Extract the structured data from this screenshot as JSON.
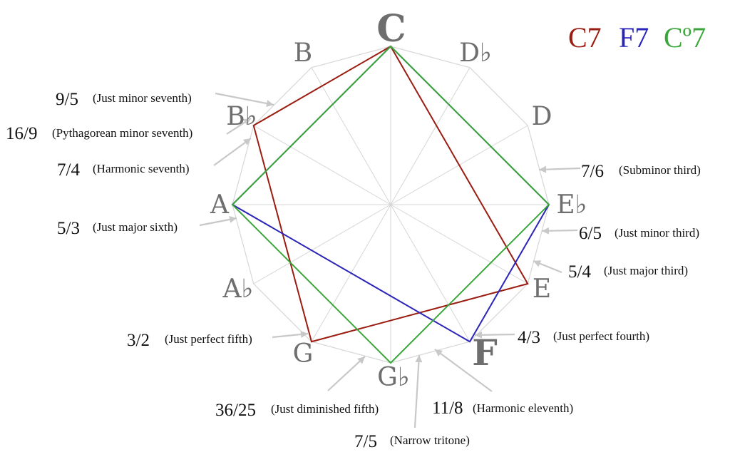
{
  "notes": [
    {
      "name": "C",
      "color": "#a31a10",
      "emphasis": true
    },
    {
      "name": "D♭",
      "color": "#6e6e6e"
    },
    {
      "name": "D",
      "color": "#6e6e6e"
    },
    {
      "name": "E♭",
      "color": "#6e6e6e"
    },
    {
      "name": "E",
      "color": "#6e6e6e"
    },
    {
      "name": "F",
      "color": "#2a24b8",
      "emphasis": true
    },
    {
      "name": "G♭",
      "color": "#6e6e6e"
    },
    {
      "name": "G",
      "color": "#6e6e6e"
    },
    {
      "name": "A♭",
      "color": "#6e6e6e"
    },
    {
      "name": "A",
      "color": "#6e6e6e"
    },
    {
      "name": "B♭",
      "color": "#6e6e6e"
    },
    {
      "name": "B",
      "color": "#6e6e6e"
    }
  ],
  "chords": [
    {
      "name": "C7",
      "color": "#9b1c10",
      "notes": [
        "C",
        "E",
        "G",
        "B♭"
      ]
    },
    {
      "name": "F7",
      "color": "#2a24b8",
      "notes": [
        "F",
        "A",
        "C",
        "E♭"
      ]
    },
    {
      "name": "Cº7",
      "color": "#3aa63a",
      "notes": [
        "C",
        "E♭",
        "G♭",
        "A"
      ]
    }
  ],
  "legend": [
    {
      "label": "C7",
      "color": "#9b1c10"
    },
    {
      "label": "F7",
      "color": "#2a24b8"
    },
    {
      "label": "Cº7",
      "color": "#3aa63a"
    }
  ],
  "annotations": [
    {
      "ratio": "9/5",
      "description": "(Just minor seventh)",
      "near": "B♭"
    },
    {
      "ratio": "16/9",
      "description": "(Pythagorean minor seventh)",
      "near": "B♭"
    },
    {
      "ratio": "7/4",
      "description": "(Harmonic seventh)",
      "near": "B♭"
    },
    {
      "ratio": "5/3",
      "description": "(Just major sixth)",
      "near": "A"
    },
    {
      "ratio": "3/2",
      "description": "(Just perfect fifth)",
      "near": "G"
    },
    {
      "ratio": "36/25",
      "description": "(Just diminished fifth)",
      "near": "G♭"
    },
    {
      "ratio": "7/5",
      "description": "(Narrow tritone)",
      "near": "G♭"
    },
    {
      "ratio": "11/8",
      "description": "(Harmonic eleventh)",
      "near": "G♭"
    },
    {
      "ratio": "4/3",
      "description": "(Just perfect fourth)",
      "near": "F"
    },
    {
      "ratio": "5/4",
      "description": "(Just major third)",
      "near": "E"
    },
    {
      "ratio": "6/5",
      "description": "(Just minor third)",
      "near": "E♭"
    },
    {
      "ratio": "7/6",
      "description": "(Subminor third)",
      "near": "E♭"
    }
  ],
  "colors": {
    "grid": "#d6d6d6",
    "arrow": "#c8c8c8"
  }
}
